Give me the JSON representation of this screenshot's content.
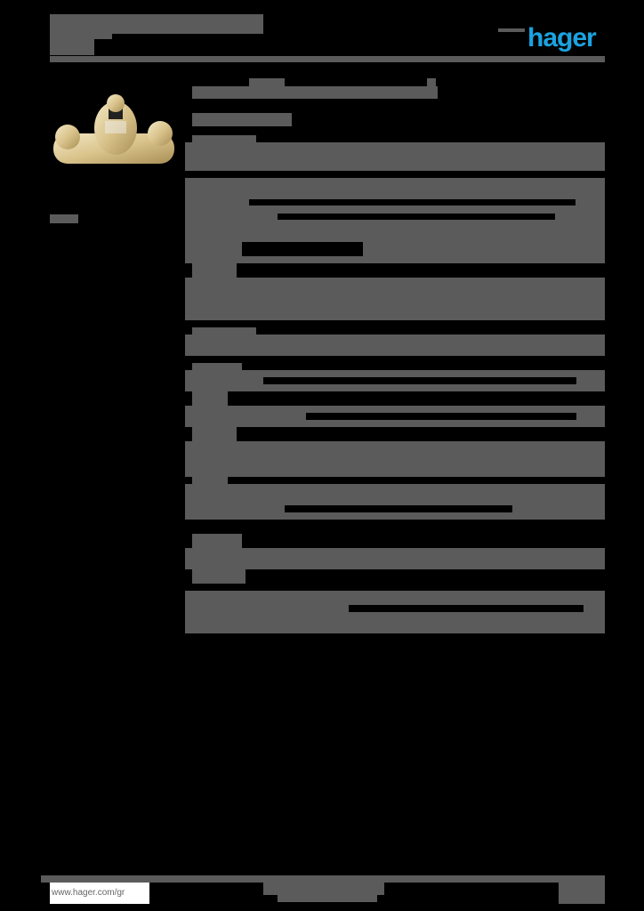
{
  "document": {
    "type": "product datasheet (redacted)",
    "brand_logo": "hager",
    "brand_color": "#1aa3e0",
    "redaction_color": "#5a5b5a",
    "background_color": "#000000"
  },
  "footer": {
    "website": "www.hager.com/gr"
  },
  "product_image": {
    "alt": "brass fitting with three domes and screw"
  }
}
